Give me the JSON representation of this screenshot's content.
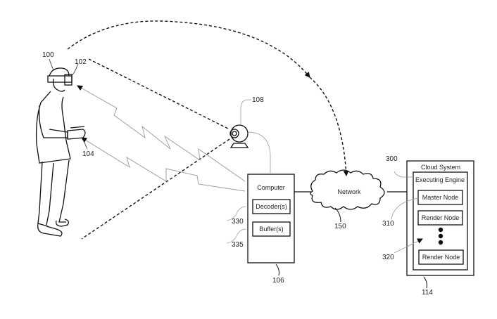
{
  "figure": {
    "reference_numbers": {
      "user": "100",
      "hmd": "102",
      "controller": "104",
      "computer": "106",
      "camera": "108",
      "cloud": "114",
      "network": "150",
      "executing_engine": "300",
      "master_node": "310",
      "render_nodes": "320",
      "decoders": "330",
      "buffers": "335"
    },
    "computer": {
      "title": "Computer",
      "components": [
        "Decoder(s)",
        "Buffer(s)"
      ]
    },
    "network": {
      "label": "Network"
    },
    "cloud_system": {
      "title": "Cloud System",
      "engine": {
        "title": "Executing Engine",
        "nodes": [
          "Master Node",
          "Render Node",
          "Render Node"
        ]
      }
    }
  }
}
